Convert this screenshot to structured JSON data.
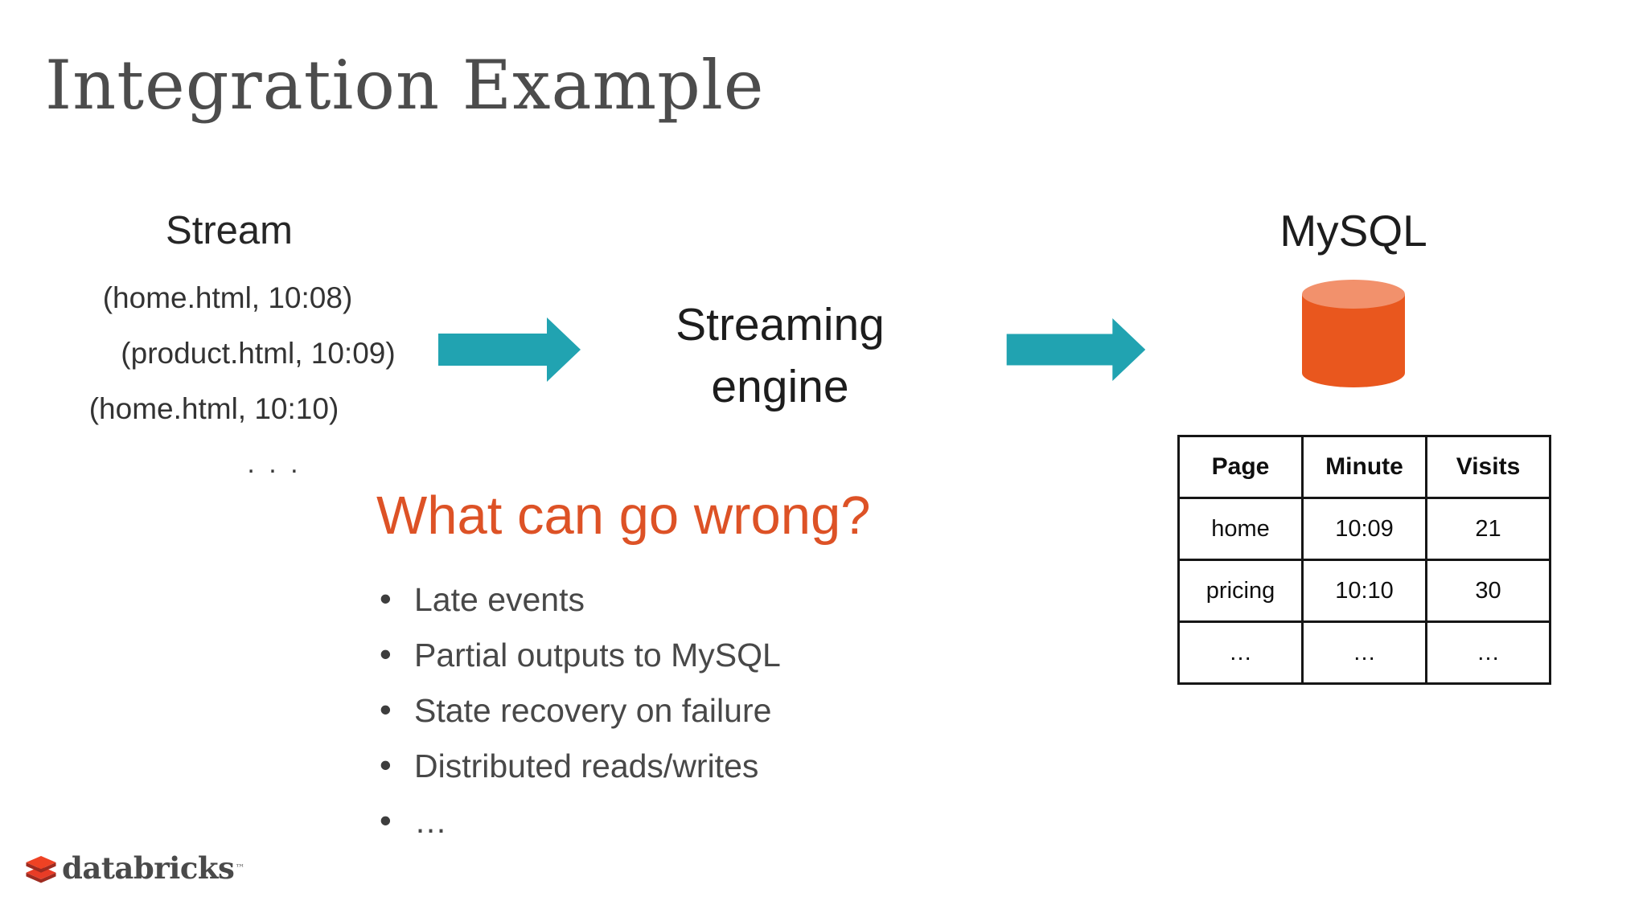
{
  "title": "Integration Example",
  "stream": {
    "heading": "Stream",
    "events": [
      "(home.html, 10:08)",
      "(product.html, 10:09)",
      "(home.html, 10:10)"
    ],
    "more": ". . ."
  },
  "engine": {
    "line1": "Streaming",
    "line2": "engine"
  },
  "sink": {
    "label": "MySQL"
  },
  "table": {
    "headers": [
      "Page",
      "Minute",
      "Visits"
    ],
    "rows": [
      [
        "home",
        "10:09",
        "21"
      ],
      [
        "pricing",
        "10:10",
        "30"
      ],
      [
        "…",
        "…",
        "…"
      ]
    ]
  },
  "question": {
    "heading": "What can go wrong?",
    "bullets": [
      "Late events",
      "Partial outputs to MySQL",
      "State recovery on failure",
      "Distributed reads/writes",
      "…"
    ]
  },
  "logo": {
    "wordmark": "databricks",
    "trademark": "™"
  },
  "colors": {
    "arrow_teal": "#21a3b1",
    "heading_orange": "#dd5226",
    "cylinder_body": "#e9571e",
    "cylinder_top": "#f2916c",
    "logo_red": "#e83c26",
    "title_gray": "#4c4c4c"
  }
}
